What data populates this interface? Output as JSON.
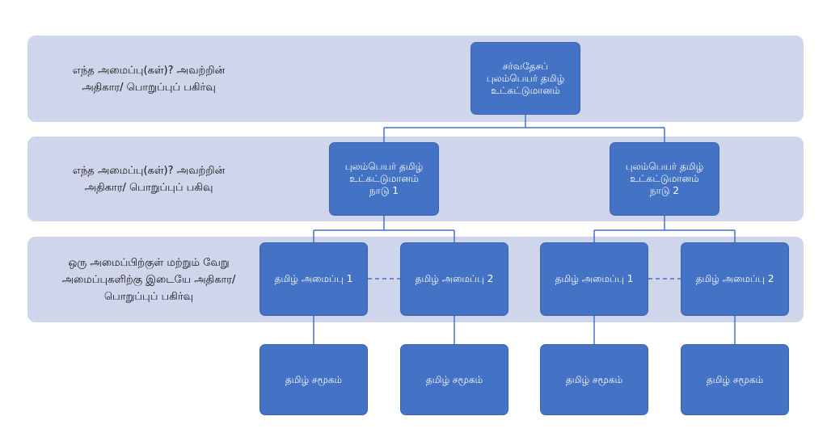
{
  "colors": {
    "band": "#cfd5ea",
    "node_fill": "#4472c4",
    "node_text": "#ffffff",
    "connector": "#4472c4"
  },
  "levels": [
    {
      "label_lines": [
        "எந்த அமைப்பு(கள்)? அவற்றின்",
        "அதிகார/ பொறுப்புப் பகிர்வு"
      ]
    },
    {
      "label_lines": [
        "எந்த அமைப்பு(கள்)? அவற்றின்",
        "அதிகார/ பொறுப்புப் பகிவு"
      ]
    },
    {
      "label_lines": [
        "ஒரு அமைப்பிற்குள் மற்றும் வேறு",
        "அமைப்புகளிற்கு இடையே அதிகார/",
        "பொறுப்புப் பகிர்வு"
      ]
    }
  ],
  "nodes": {
    "root": {
      "lines": [
        "சர்வதேசப்",
        "புலம்பெயர் தமிழ்",
        "உட்கட்டுமானம்"
      ]
    },
    "country1": {
      "lines": [
        "புலம்பெயர் தமிழ்",
        "உட்கட்டுமானம்",
        "நாடு 1"
      ]
    },
    "country2": {
      "lines": [
        "புலம்பெயர் தமிழ்",
        "உட்கட்டுமானம்",
        "நாடு 2"
      ]
    },
    "org1": {
      "lines": [
        "தமிழ் அமைப்பு 1"
      ]
    },
    "org2": {
      "lines": [
        "தமிழ் அமைப்பு 2"
      ]
    },
    "org3": {
      "lines": [
        "தமிழ் அமைப்பு 1"
      ]
    },
    "org4": {
      "lines": [
        "தமிழ் அமைப்பு 2"
      ]
    },
    "soc1": {
      "lines": [
        "தமிழ் சமூகம்"
      ]
    },
    "soc2": {
      "lines": [
        "தமிழ் சமூகம்"
      ]
    },
    "soc3": {
      "lines": [
        "தமிழ் சமூகம்"
      ]
    },
    "soc4": {
      "lines": [
        "தமிழ் சமூகம்"
      ]
    }
  }
}
